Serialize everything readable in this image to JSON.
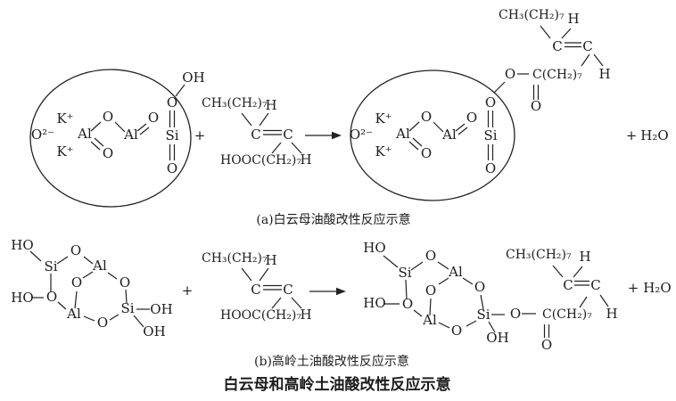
{
  "colors": {
    "ink": "#1c1c1c",
    "bond": "#222222",
    "background": "#ffffff"
  },
  "captions": {
    "a": "(a)白云母油酸改性反应示意",
    "b": "(b)高岭土油酸改性反应示意",
    "title": "白云母和高岭土油酸改性反应示意"
  },
  "labels": {
    "o2_minus": "O²⁻",
    "k_plus": "K⁺",
    "al": "Al",
    "o": "O",
    "si": "Si",
    "oh": "OH",
    "ho": "HO",
    "c": "C",
    "h": "H",
    "plus": "+",
    "ch3_ch2_7": "CH₃(CH₂)₇",
    "hooc_ch2_7": "HOOC(CH₂)₇",
    "c_ch2_7": "C(CH₂)₇",
    "h2o": "H₂O"
  }
}
